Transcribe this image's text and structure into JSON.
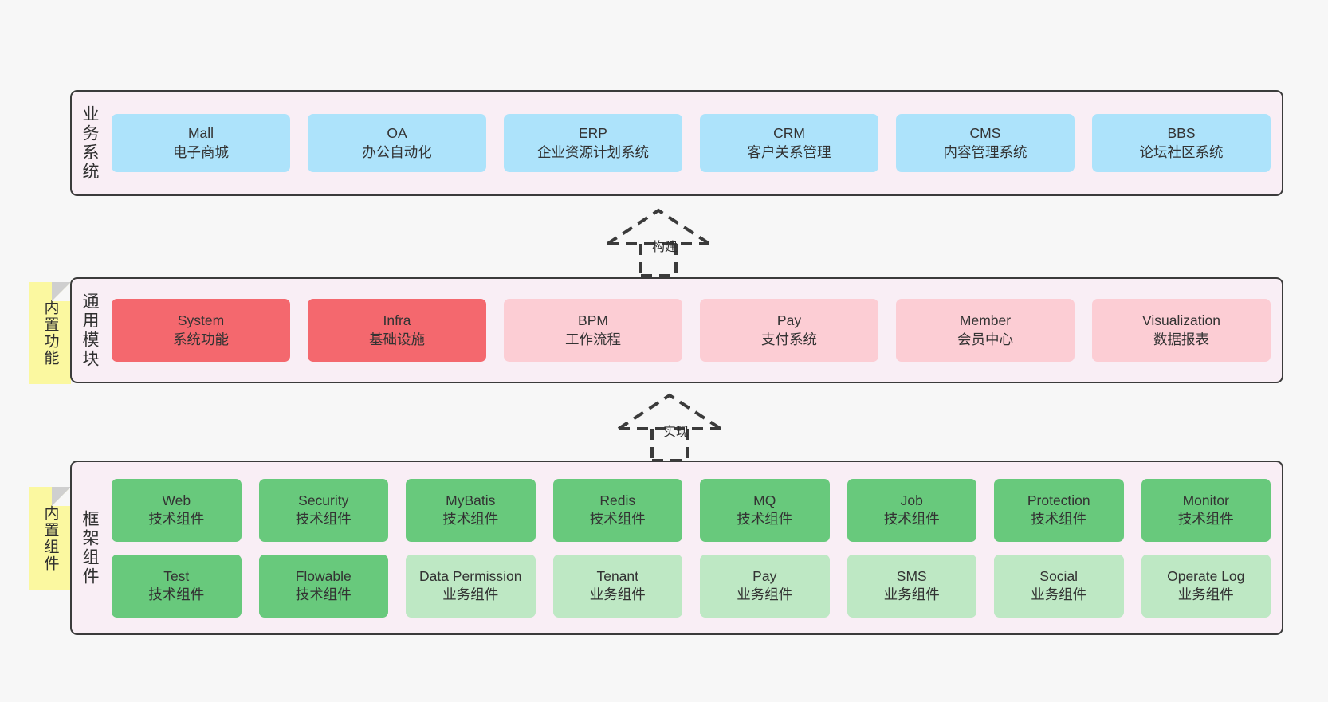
{
  "layers": [
    {
      "id": "business",
      "label": "业务系统",
      "rows": [
        {
          "style": "blue",
          "cards": [
            {
              "en": "Mall",
              "cn": "电子商城"
            },
            {
              "en": "OA",
              "cn": "办公自动化"
            },
            {
              "en": "ERP",
              "cn": "企业资源计划系统"
            },
            {
              "en": "CRM",
              "cn": "客户关系管理"
            },
            {
              "en": "CMS",
              "cn": "内容管理系统"
            },
            {
              "en": "BBS",
              "cn": "论坛社区系统"
            }
          ]
        }
      ]
    },
    {
      "id": "modules",
      "label": "通用模块",
      "rows": [
        {
          "style": "mixed",
          "cards": [
            {
              "en": "System",
              "cn": "系统功能",
              "style": "red"
            },
            {
              "en": "Infra",
              "cn": "基础设施",
              "style": "red"
            },
            {
              "en": "BPM",
              "cn": "工作流程",
              "style": "pink"
            },
            {
              "en": "Pay",
              "cn": "支付系统",
              "style": "pink"
            },
            {
              "en": "Member",
              "cn": "会员中心",
              "style": "pink"
            },
            {
              "en": "Visualization",
              "cn": "数据报表",
              "style": "pink"
            }
          ]
        }
      ]
    },
    {
      "id": "framework",
      "label": "框架组件",
      "rows": [
        {
          "style": "green",
          "cards": [
            {
              "en": "Web",
              "cn": "技术组件"
            },
            {
              "en": "Security",
              "cn": "技术组件"
            },
            {
              "en": "MyBatis",
              "cn": "技术组件"
            },
            {
              "en": "Redis",
              "cn": "技术组件"
            },
            {
              "en": "MQ",
              "cn": "技术组件"
            },
            {
              "en": "Job",
              "cn": "技术组件"
            },
            {
              "en": "Protection",
              "cn": "技术组件"
            },
            {
              "en": "Monitor",
              "cn": "技术组件"
            }
          ]
        },
        {
          "style": "greenlight",
          "cards": [
            {
              "en": "Test",
              "cn": "技术组件",
              "style": "green"
            },
            {
              "en": "Flowable",
              "cn": "技术组件",
              "style": "green"
            },
            {
              "en": "Data Permission",
              "cn": "业务组件",
              "style": "greenlight"
            },
            {
              "en": "Tenant",
              "cn": "业务组件",
              "style": "greenlight"
            },
            {
              "en": "Pay",
              "cn": "业务组件",
              "style": "greenlight"
            },
            {
              "en": "SMS",
              "cn": "业务组件",
              "style": "greenlight"
            },
            {
              "en": "Social",
              "cn": "业务组件",
              "style": "greenlight"
            },
            {
              "en": "Operate Log",
              "cn": "业务组件",
              "style": "greenlight"
            }
          ]
        }
      ]
    }
  ],
  "notes": [
    {
      "id": "functions",
      "label": "内置功能"
    },
    {
      "id": "components",
      "label": "内置组件"
    }
  ],
  "connectors": [
    {
      "id": "build",
      "label": "构建"
    },
    {
      "id": "impl",
      "label": "实现"
    }
  ],
  "colors": {
    "canvas": "#f7f7f7",
    "layer_fill": "#f9eef5",
    "layer_border": "#3b3b3b",
    "blue": "#ade3fb",
    "red": "#f4686e",
    "pink": "#fccdd4",
    "green": "#68c97c",
    "green_light": "#bee8c4",
    "note": "#fbf8a0",
    "note_fold": "#cfcfcf",
    "text": "#333333"
  }
}
